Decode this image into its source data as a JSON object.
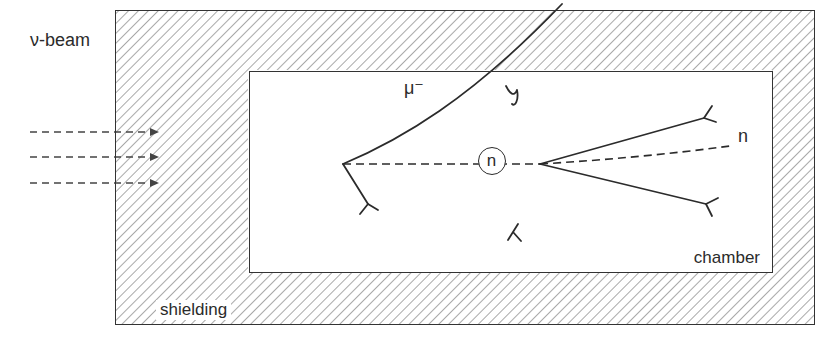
{
  "diagram": {
    "nodes": [
      {
        "text": [
          "shielding"
        ]
      },
      {
        "text": [
          "chamber"
        ],
        "in": 0
      },
      {
        "text": [
          "n"
        ],
        "in": 1
      }
    ],
    "labels": [
      "ν-beam",
      "μ⁻",
      "n"
    ]
  }
}
